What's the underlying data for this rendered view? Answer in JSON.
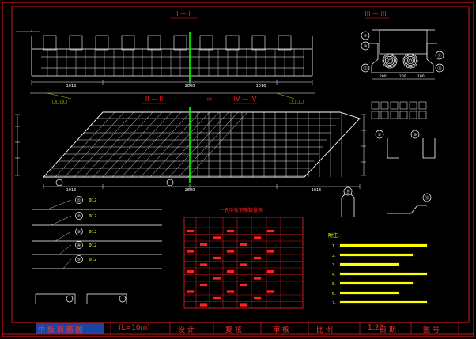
{
  "colors": {
    "background": "#000000",
    "border": "#ff2020",
    "structure": "#ffffff",
    "title": "#ff3030",
    "green_line": "#00ff00",
    "yellow_text": "#ffff00",
    "selection": "#2050c0"
  },
  "view_titles": {
    "elevation_i_i": "I — I",
    "section_iii_iii": "III — III",
    "plan_ii_ii": "II — II",
    "plan_iv_iv": "IV — IV"
  },
  "dimensions": {
    "elev_left": "1016",
    "elev_mid": "2800",
    "elev_right": "1016",
    "plan_left": "1016",
    "plan_mid": "2800",
    "plan_right": "1016",
    "section_a": "200",
    "section_b": "200",
    "section_c": "100"
  },
  "callouts": [
    "①",
    "②",
    "③",
    "④",
    "⑤",
    "⑥",
    "⑦",
    "⑧",
    "⑨",
    "⑩",
    "⑪"
  ],
  "table": {
    "title": "一孔中板钢筋数量表"
  },
  "title_block": {
    "drawing_name": "中 板 钢 筋 图",
    "span": "(L=10m)",
    "scale": "1:20",
    "fields": [
      "设 计",
      "复 核",
      "审 核",
      "比 例",
      "日 期",
      "图 号"
    ]
  }
}
